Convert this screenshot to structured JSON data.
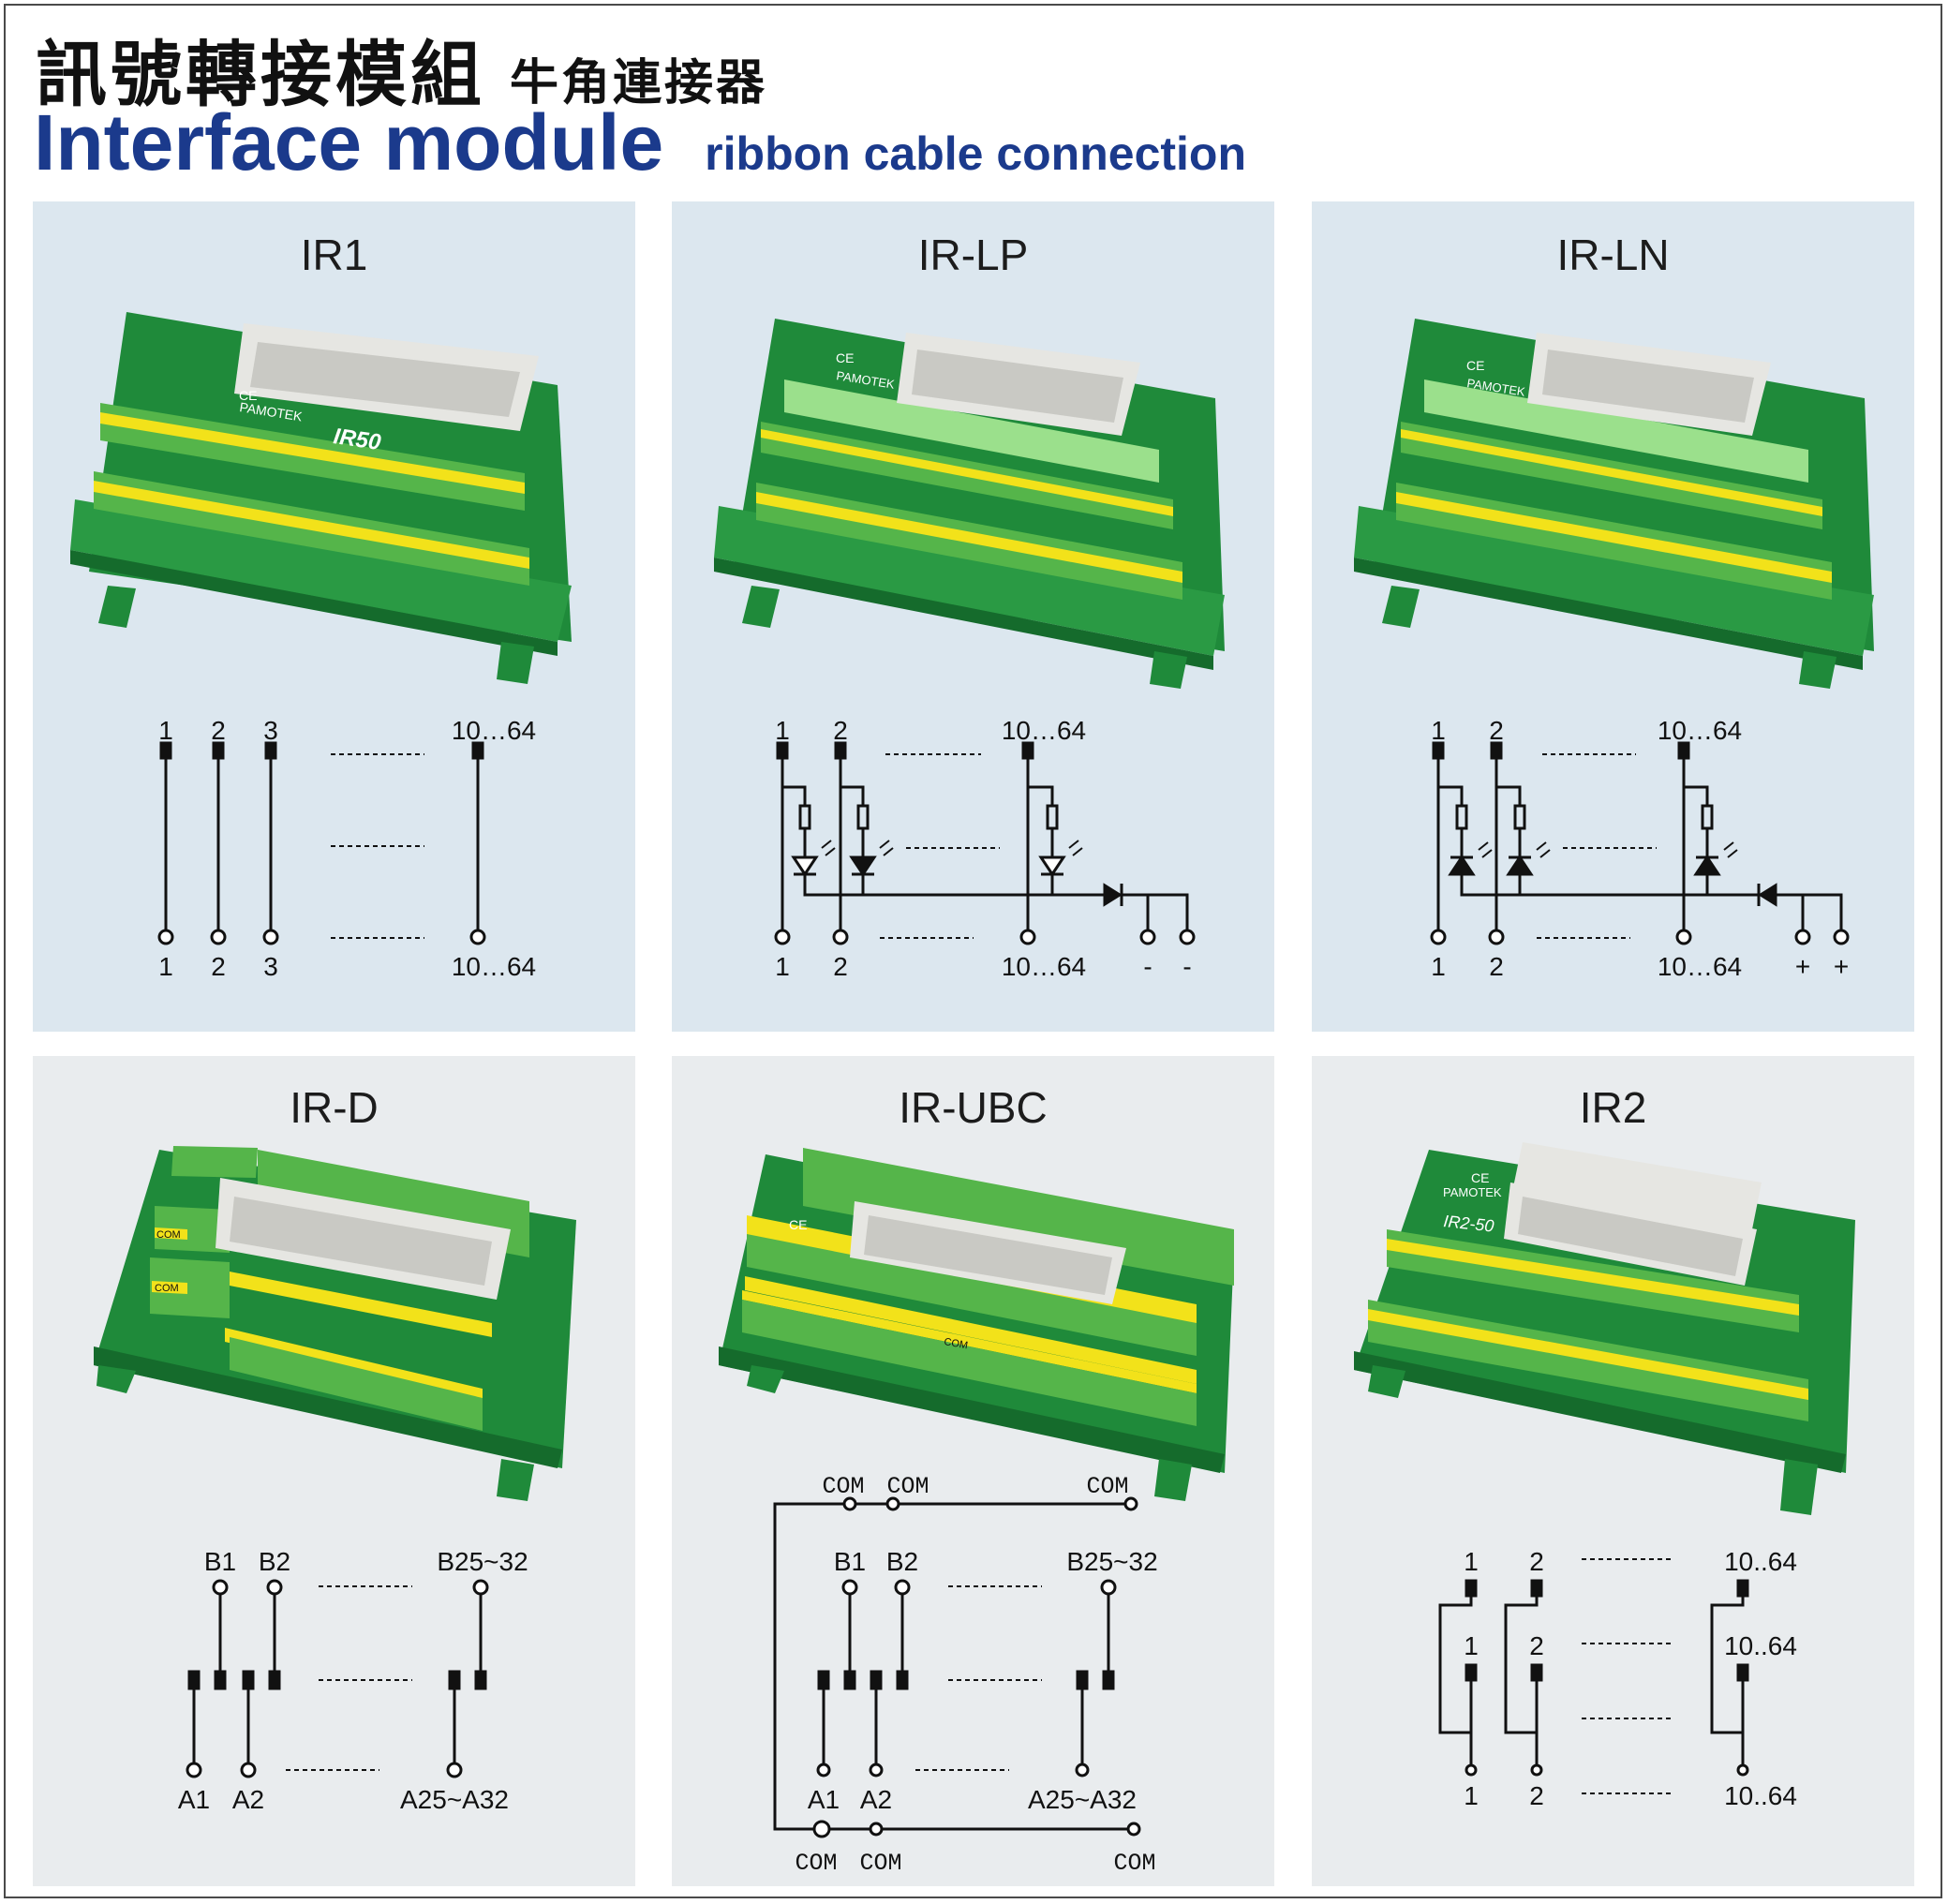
{
  "header": {
    "title_zh": "訊號轉接模組",
    "subtitle_zh": "牛角連接器",
    "title_en": "Interface module",
    "subtitle_en": "ribbon cable connection"
  },
  "colors": {
    "title_blue": "#1b3a8c",
    "panel_top_bg": "#dce7ef",
    "panel_bottom_bg": "#e9ecee",
    "pcb_green": "#1f8a3a",
    "terminal_green": "#55b54a",
    "label_yellow": "#f2e21a",
    "connector_white": "#e6e6e2",
    "line_black": "#111111"
  },
  "panels": {
    "ir1": {
      "name": "IR1",
      "board_marking": "IR50",
      "brand": "PAMOTEK",
      "ce_mark": "CE",
      "top_labels": [
        "1",
        "2",
        "3",
        "10…64"
      ],
      "bottom_labels": [
        "1",
        "2",
        "3",
        "10…64"
      ]
    },
    "irlp": {
      "name": "IR-LP",
      "brand": "PAMOTEK",
      "ce_mark": "CE",
      "top_labels": [
        "1",
        "2",
        "10…64"
      ],
      "bottom_labels": [
        "1",
        "2",
        "10…64",
        "-",
        "-"
      ]
    },
    "irln": {
      "name": "IR-LN",
      "brand": "PAMOTEK",
      "ce_mark": "CE",
      "top_labels": [
        "1",
        "2",
        "10…64"
      ],
      "bottom_labels": [
        "1",
        "2",
        "10…64",
        "+",
        "+"
      ]
    },
    "ird": {
      "name": "IR-D",
      "com_label": "COM",
      "top_labels": [
        "B1",
        "B2",
        "B25~32"
      ],
      "bottom_labels": [
        "A1",
        "A2",
        "A25~A32"
      ]
    },
    "irubc": {
      "name": "IR-UBC",
      "ce_mark": "CE",
      "com_label": "COM",
      "com_top": [
        "COM",
        "COM",
        "COM"
      ],
      "top_labels": [
        "B1",
        "B2",
        "B25~32"
      ],
      "bottom_labels": [
        "A1",
        "A2",
        "A25~A32"
      ],
      "com_bottom": [
        "COM",
        "COM",
        "COM"
      ]
    },
    "ir2": {
      "name": "IR2",
      "board_marking": "IR2-50",
      "brand": "PAMOTEK",
      "ce_mark": "CE",
      "row1_labels": [
        "1",
        "2",
        "10..64"
      ],
      "row2_labels": [
        "1",
        "2",
        "10..64"
      ],
      "row3_labels": [
        "1",
        "2",
        "10..64"
      ]
    }
  }
}
